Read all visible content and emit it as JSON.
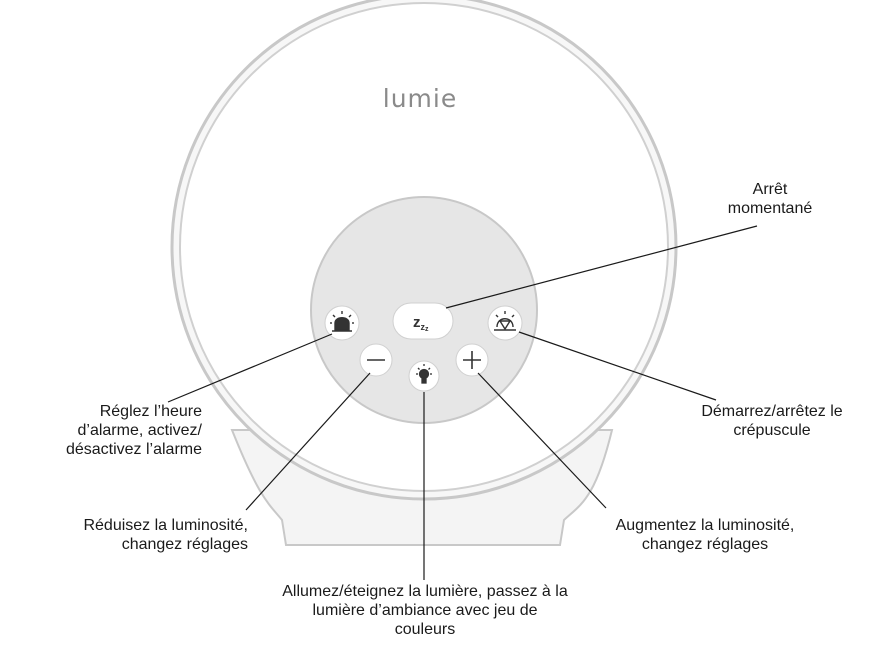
{
  "device": {
    "brand": "lumie",
    "icons": {
      "snooze": "zz-icon",
      "alarm": "alarm-bell-icon",
      "dusk": "sunset-icon",
      "minus": "minus-icon",
      "plus": "plus-icon",
      "light": "light-bulb-icon"
    }
  },
  "callouts": {
    "snooze": [
      "Arrêt",
      "momentané"
    ],
    "alarm": [
      "Réglez l’heure",
      "d’alarme, activez/",
      "désactivez l’alarme"
    ],
    "dusk": [
      "Démarrez/arrêtez le",
      "crépuscule"
    ],
    "minus": [
      "Réduisez la luminosité,",
      "changez réglages"
    ],
    "plus": [
      "Augmentez la luminosité,",
      "changez réglages"
    ],
    "light": [
      "Allumez/éteignez la lumière, passez à la",
      "lumière d’ambiance avec jeu de",
      "couleurs"
    ]
  },
  "colors": {
    "outline": "#c8c8c8",
    "face_fill": "#f7f7f7",
    "panel_fill": "#e6e6e6",
    "button_fill": "#ffffff",
    "leader": "#1a1a1a"
  }
}
